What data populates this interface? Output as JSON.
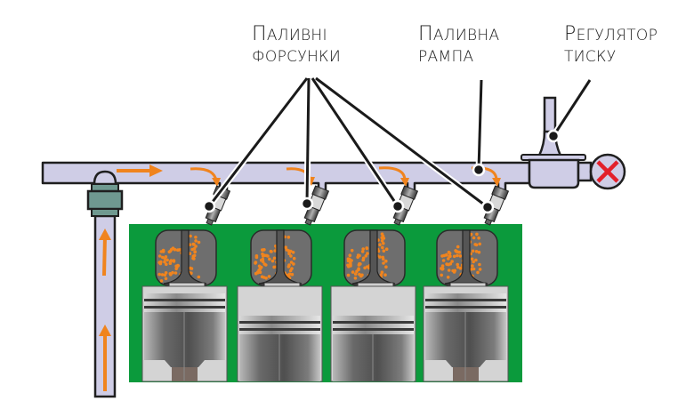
{
  "labels": {
    "injectors": {
      "cap": "П",
      "rest": "АЛИВНІ",
      "line2": "ФОРСУНКИ"
    },
    "fuel_rail": {
      "cap": "П",
      "rest": "АЛИВНА",
      "line2": "РАМПА"
    },
    "pressure_regulator": {
      "cap": "Р",
      "rest": "ЕГУЛЯТОР",
      "line2": "ТИСКУ"
    }
  },
  "cylinders": [
    {
      "piston_position": "top"
    },
    {
      "piston_position": "bottom"
    },
    {
      "piston_position": "bottom"
    },
    {
      "piston_position": "top"
    }
  ],
  "colors": {
    "rail": "#cfcde6",
    "outline": "#1f1f1f",
    "flow_arrow": "#f0841e",
    "engine_block": "#0b9a3c",
    "chamber": "#6e6e6e",
    "cylinder_bg": "#d4d4d4",
    "blocked": "#e3202a"
  }
}
